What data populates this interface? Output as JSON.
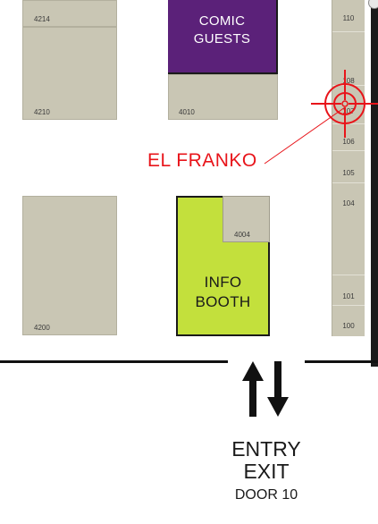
{
  "booths": {
    "b4214": "4214",
    "b4210": "4210",
    "b4010": "4010",
    "b4200": "4200",
    "b4004": "4004"
  },
  "comic_guests": {
    "line1": "COMIC",
    "line2": "GUESTS",
    "color": "#5b2179"
  },
  "info_booth": {
    "line1": "INFO",
    "line2": "BOOTH",
    "color": "#c3e03c"
  },
  "column_stalls": [
    "110",
    "108",
    "107",
    "106",
    "105",
    "104",
    "101",
    "100"
  ],
  "marker": {
    "label": "EL FRANKO",
    "color": "#e8141a",
    "icon": "crosshair-target-icon"
  },
  "exit": {
    "icon": "up-down-arrows-icon",
    "line1": "ENTRY",
    "line2": "EXIT",
    "door": "DOOR 10"
  },
  "colors": {
    "booth": "#c9c6b4",
    "wall": "#111111"
  }
}
